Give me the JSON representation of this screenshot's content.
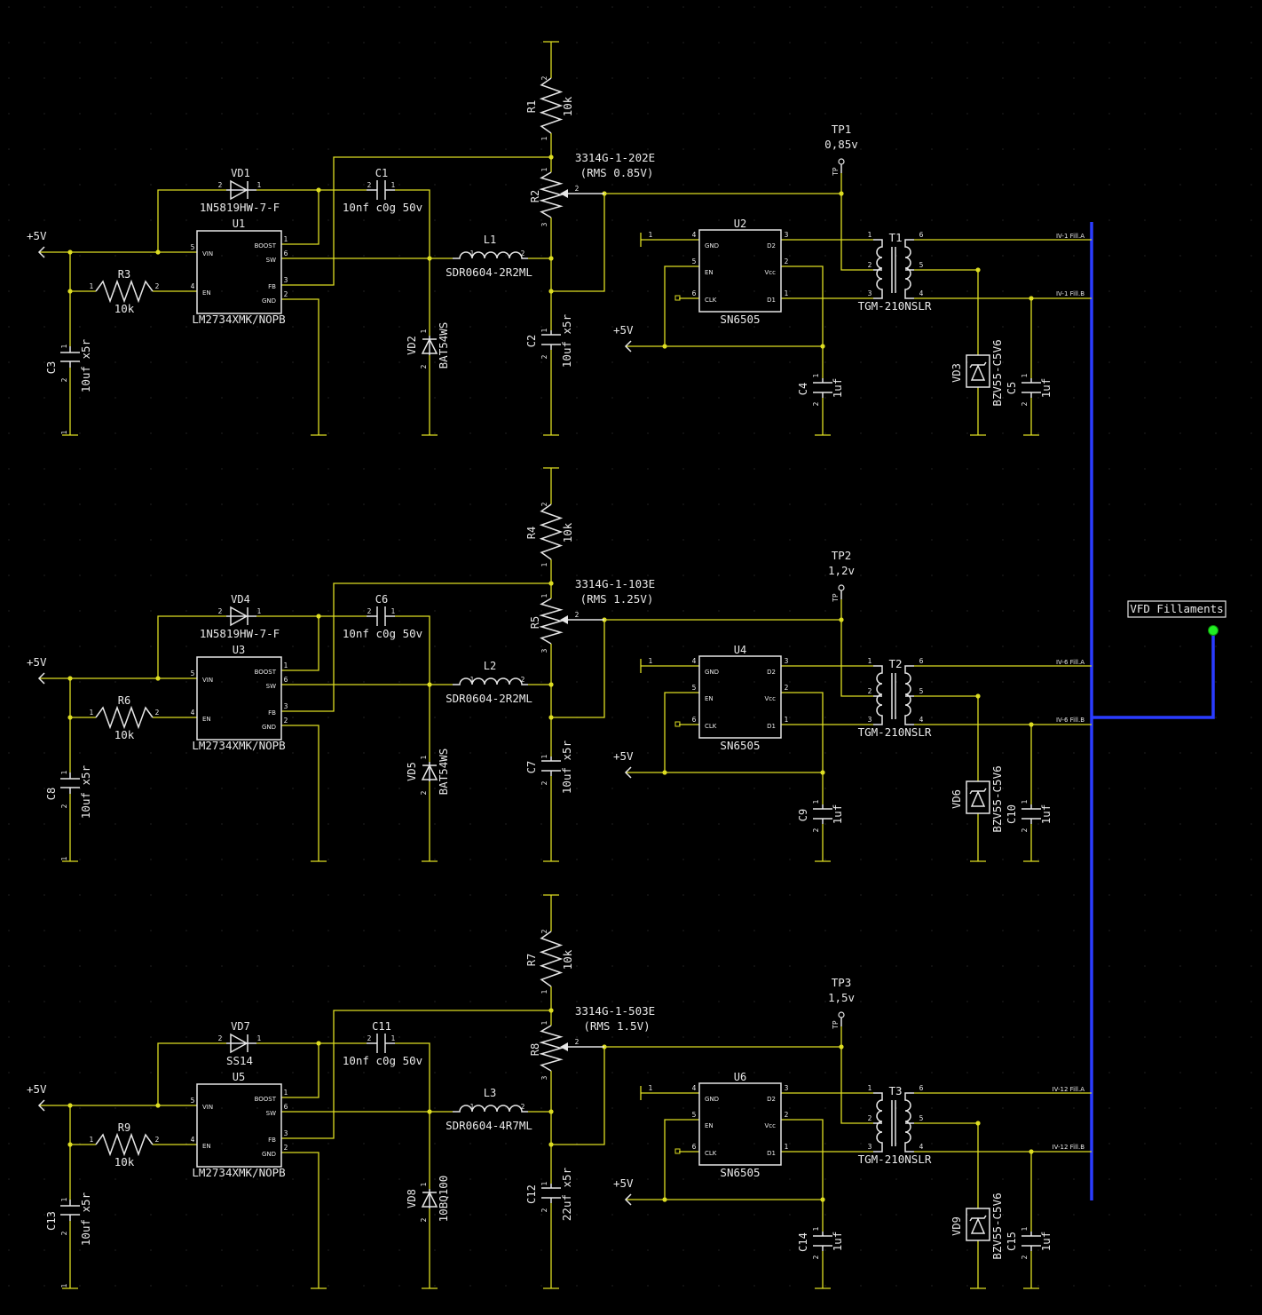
{
  "colors": {
    "background": "#000000",
    "wire": "#dddd22",
    "symbol": "#e6e6e6",
    "bus": "#2a3cff",
    "junction": "#dddd22",
    "port_dot": "#22ee22"
  },
  "port": {
    "label": "VFD Fillaments"
  },
  "stages": [
    {
      "supply": "+5V",
      "diode": {
        "ref": "VD1",
        "part": "1N5819HW-7-F"
      },
      "cap_boost": {
        "ref": "C1",
        "value": "10nf c0g 50v"
      },
      "regulator": {
        "ref": "U1",
        "part": "LM2734XMK/NOPB"
      },
      "res_en": {
        "ref": "R3",
        "value": "10k"
      },
      "cap_in": {
        "ref": "C3",
        "value": "10uf x5r"
      },
      "res_top": {
        "ref": "R1",
        "value": "10k"
      },
      "pot": {
        "ref": "R2",
        "part": "3314G-1-202E",
        "rms": "(RMS 0.85V)"
      },
      "inductor": {
        "ref": "L1",
        "part": "SDR0604-2R2ML"
      },
      "schottky": {
        "ref": "VD2",
        "part": "BAT54WS"
      },
      "cap_out": {
        "ref": "C2",
        "value": "10uf x5r"
      },
      "testpoint": {
        "ref": "TP1",
        "value": "0,85v",
        "tag": "TP"
      },
      "driver": {
        "ref": "U2",
        "part": "SN6505",
        "supply": "+5V"
      },
      "cap_drv": {
        "ref": "C4",
        "value": "1uf"
      },
      "transformer": {
        "ref": "T1",
        "part": "TGM-210NSLR"
      },
      "zener": {
        "ref": "VD3",
        "part": "BZV55-C5V6"
      },
      "cap_sec": {
        "ref": "C5",
        "value": "1uf"
      },
      "net_a": "IV-1 Fill.A",
      "net_b": "IV-1 Fill.B"
    },
    {
      "supply": "+5V",
      "diode": {
        "ref": "VD4",
        "part": "1N5819HW-7-F"
      },
      "cap_boost": {
        "ref": "C6",
        "value": "10nf c0g 50v"
      },
      "regulator": {
        "ref": "U3",
        "part": "LM2734XMK/NOPB"
      },
      "res_en": {
        "ref": "R6",
        "value": "10k"
      },
      "cap_in": {
        "ref": "C8",
        "value": "10uf x5r"
      },
      "res_top": {
        "ref": "R4",
        "value": "10k"
      },
      "pot": {
        "ref": "R5",
        "part": "3314G-1-103E",
        "rms": "(RMS 1.25V)"
      },
      "inductor": {
        "ref": "L2",
        "part": "SDR0604-2R2ML"
      },
      "schottky": {
        "ref": "VD5",
        "part": "BAT54WS"
      },
      "cap_out": {
        "ref": "C7",
        "value": "10uf x5r"
      },
      "testpoint": {
        "ref": "TP2",
        "value": "1,2v",
        "tag": "TP"
      },
      "driver": {
        "ref": "U4",
        "part": "SN6505",
        "supply": "+5V"
      },
      "cap_drv": {
        "ref": "C9",
        "value": "1uf"
      },
      "transformer": {
        "ref": "T2",
        "part": "TGM-210NSLR"
      },
      "zener": {
        "ref": "VD6",
        "part": "BZV55-C5V6"
      },
      "cap_sec": {
        "ref": "C10",
        "value": "1uf"
      },
      "net_a": "IV-6 Fill.A",
      "net_b": "IV-6 Fill.B"
    },
    {
      "supply": "+5V",
      "diode": {
        "ref": "VD7",
        "part": "SS14"
      },
      "cap_boost": {
        "ref": "C11",
        "value": "10nf c0g 50v"
      },
      "regulator": {
        "ref": "U5",
        "part": "LM2734XMK/NOPB"
      },
      "res_en": {
        "ref": "R9",
        "value": "10k"
      },
      "cap_in": {
        "ref": "C13",
        "value": "10uf x5r"
      },
      "res_top": {
        "ref": "R7",
        "value": "10k"
      },
      "pot": {
        "ref": "R8",
        "part": "3314G-1-503E",
        "rms": "(RMS 1.5V)"
      },
      "inductor": {
        "ref": "L3",
        "part": "SDR0604-4R7ML"
      },
      "schottky": {
        "ref": "VD8",
        "part": "10BQ100"
      },
      "cap_out": {
        "ref": "C12",
        "value": "22uf x5r"
      },
      "testpoint": {
        "ref": "TP3",
        "value": "1,5v",
        "tag": "TP"
      },
      "driver": {
        "ref": "U6",
        "part": "SN6505",
        "supply": "+5V"
      },
      "cap_drv": {
        "ref": "C14",
        "value": "1uf"
      },
      "transformer": {
        "ref": "T3",
        "part": "TGM-210NSLR"
      },
      "zener": {
        "ref": "VD9",
        "part": "BZV55-C5V6"
      },
      "cap_sec": {
        "ref": "C15",
        "value": "1uf"
      },
      "net_a": "IV-12 Fill.A",
      "net_b": "IV-12 Fill.B"
    }
  ],
  "pins": {
    "regulator": {
      "boost": "BOOST",
      "sw": "SW",
      "vin": "VIN",
      "en": "EN",
      "fb": "FB",
      "gnd": "GND",
      "n_boost": "1",
      "n_sw": "6",
      "n_vin": "5",
      "n_en": "4",
      "n_fb": "3",
      "n_gnd": "2"
    },
    "driver": {
      "gnd": "GND",
      "en": "EN",
      "clk": "CLK",
      "d2": "D2",
      "vcc": "Vcc",
      "d1": "D1",
      "n_gnd": "4",
      "n_en": "5",
      "n_clk": "6",
      "n_d2": "3",
      "n_vcc": "2",
      "n_d1": "1"
    },
    "two": {
      "a": "1",
      "b": "2"
    },
    "three": {
      "a": "1",
      "b": "2",
      "c": "3"
    },
    "xfmr": {
      "p1": "1",
      "p2": "2",
      "p3": "3",
      "s6": "6",
      "s5": "5",
      "s4": "4"
    }
  }
}
